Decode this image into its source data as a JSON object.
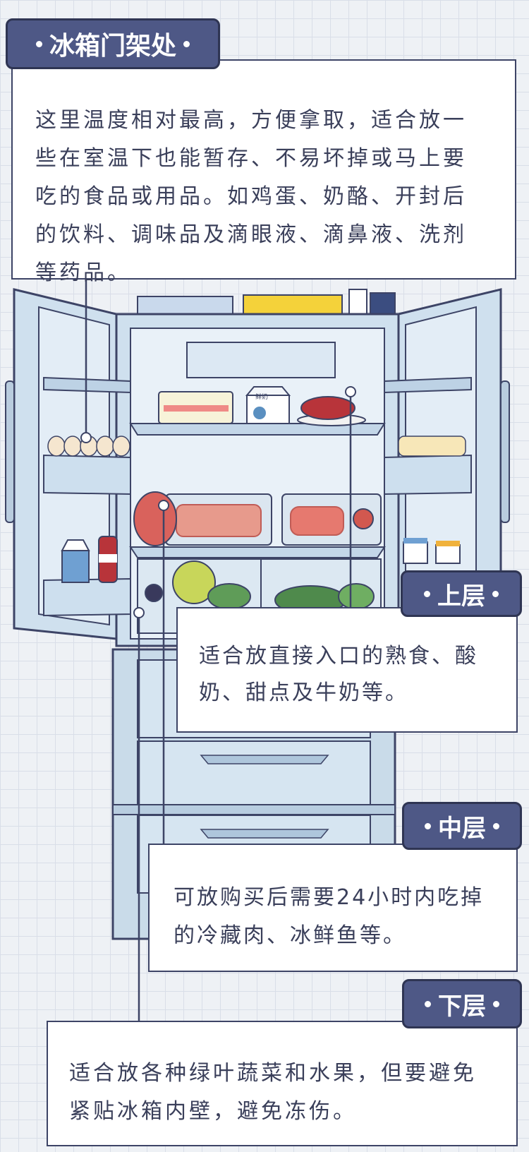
{
  "sections": {
    "door": {
      "title": "冰箱门架处",
      "text": "这里温度相对最高，方便拿取，适合放一些在室温下也能暂存、不易坏掉或马上要吃的食品或用品。如鸡蛋、奶酪、开封后的饮料、调味品及滴眼液、滴鼻液、洗剂等药品。"
    },
    "upper": {
      "title": "上层",
      "text": "适合放直接入口的熟食、酸奶、甜点及牛奶等。"
    },
    "middle": {
      "title": "中层",
      "text": "可放购买后需要24小时内吃掉的冷藏肉、冰鲜鱼等。"
    },
    "lower": {
      "title": "下层",
      "text": "适合放各种绿叶蔬菜和水果，但要避免紧贴冰箱内壁，避免冻伤。"
    }
  },
  "illustration": {
    "milk_carton_label": "鲜奶",
    "fridge_color": "#d3e2ef",
    "outline_color": "#3d4466",
    "accent_color": "#4e5886"
  }
}
